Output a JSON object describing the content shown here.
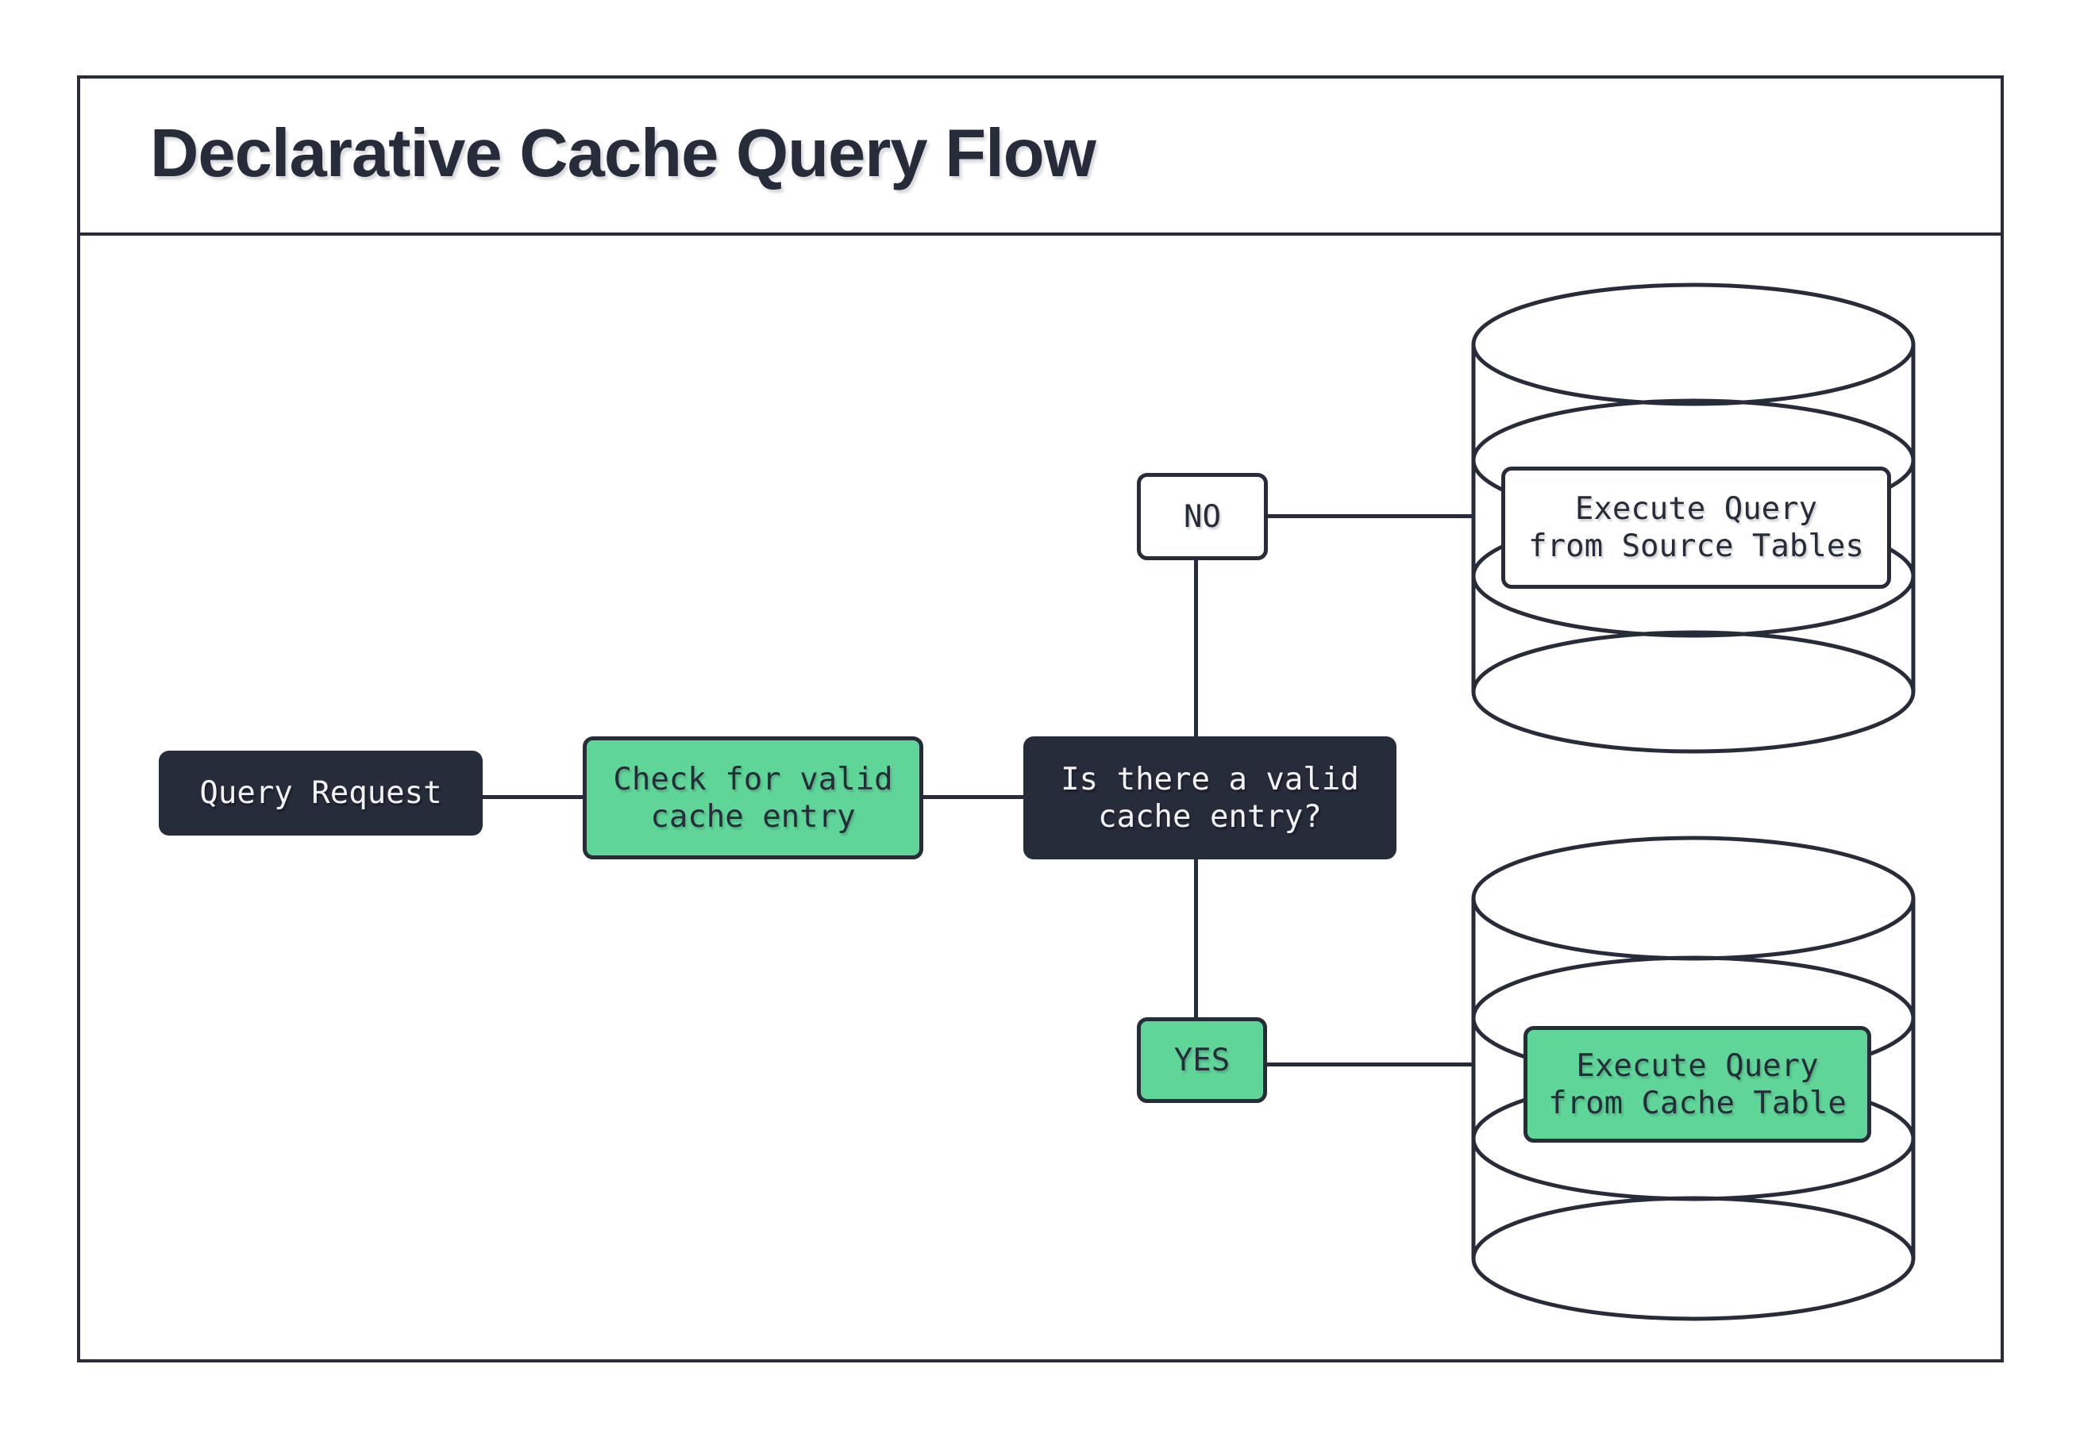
{
  "title": "Declarative Cache Query Flow",
  "colors": {
    "ink": "#272c3b",
    "green": "#5fd698",
    "paper": "#ffffff",
    "light_text": "#f2f2f2"
  },
  "nodes": {
    "query_request": {
      "line1": "Query Request"
    },
    "check_cache": {
      "line1": "Check for valid",
      "line2": "cache entry"
    },
    "decision": {
      "line1": "Is there a valid",
      "line2": "cache entry?"
    },
    "no_branch": {
      "label": "NO"
    },
    "yes_branch": {
      "label": "YES"
    },
    "execute_source": {
      "line1": "Execute Query",
      "line2": "from Source Tables"
    },
    "execute_cache": {
      "line1": "Execute Query",
      "line2": "from Cache Table"
    }
  }
}
